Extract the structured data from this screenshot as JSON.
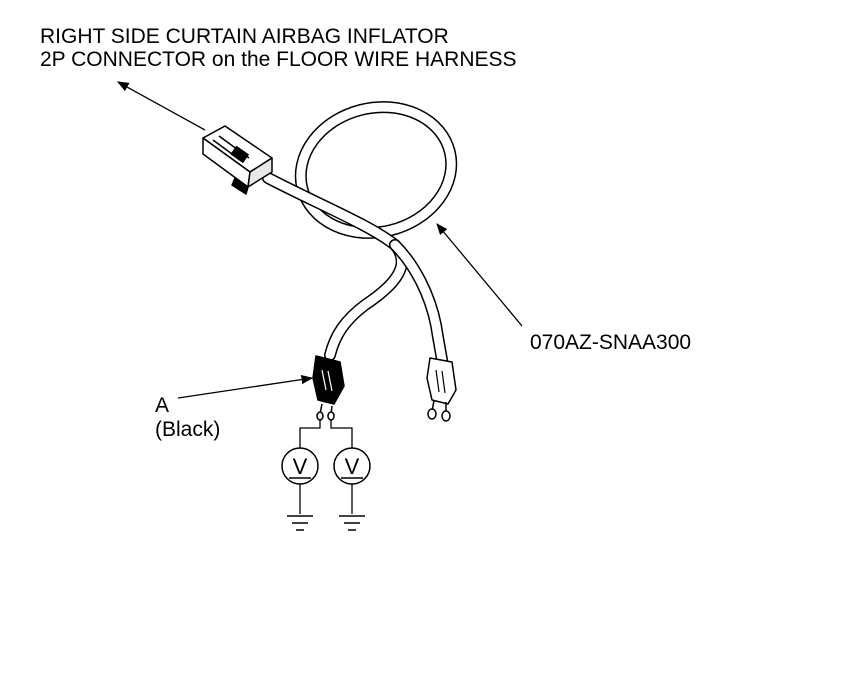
{
  "callouts": {
    "connector_title_line1": "RIGHT SIDE CURTAIN AIRBAG INFLATOR",
    "connector_title_line2": "2P CONNECTOR on the FLOOR WIRE HARNESS",
    "harness_part_number": "070AZ-SNAA300",
    "connector_a_letter": "A",
    "connector_a_color": "(Black)"
  },
  "meters": [
    {
      "symbol": "V"
    },
    {
      "symbol": "V"
    }
  ]
}
